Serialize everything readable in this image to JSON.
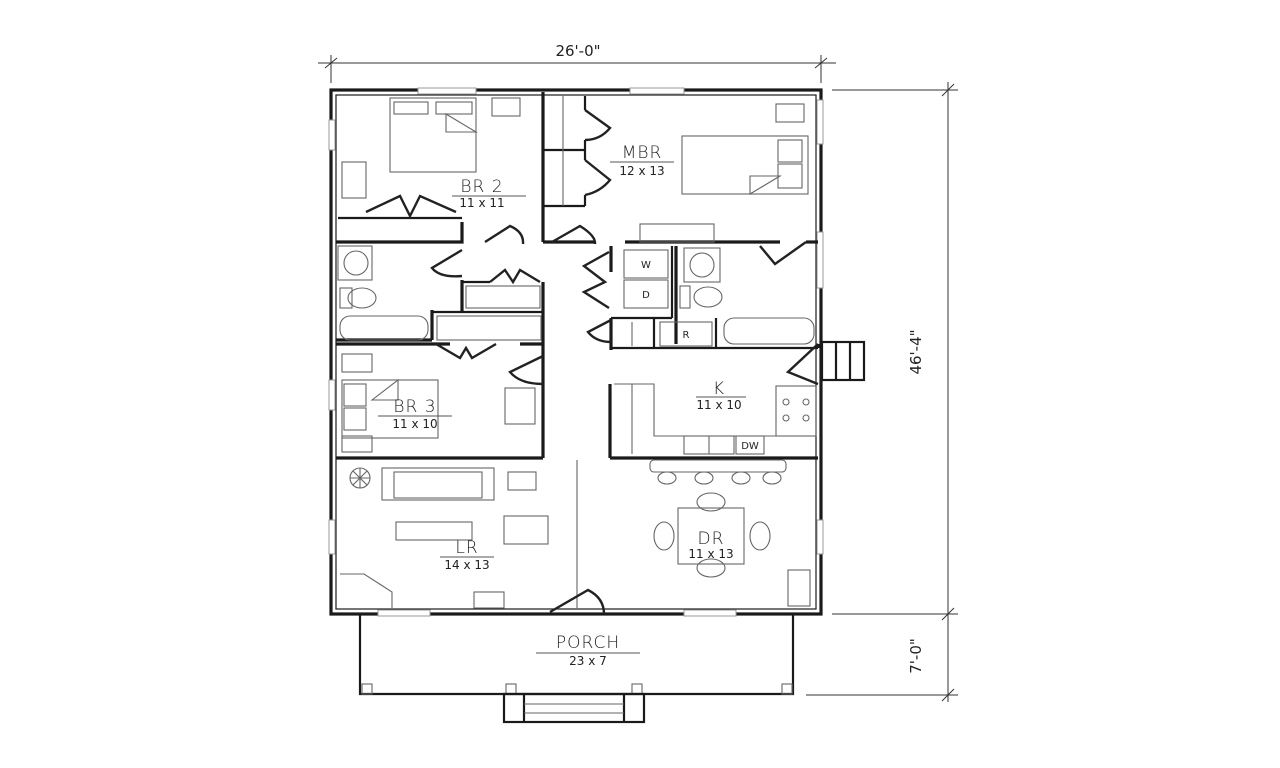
{
  "plan": {
    "overall_width": "26'-0\"",
    "overall_depth": "46'-4\"",
    "porch_depth": "7'-0\""
  },
  "rooms": {
    "br2": {
      "name": "BR 2",
      "size": "11 x 11"
    },
    "mbr": {
      "name": "MBR",
      "size": "12 x 13"
    },
    "br3": {
      "name": "BR 3",
      "size": "11 x 10"
    },
    "kitchen": {
      "name": "K",
      "size": "11 x 10"
    },
    "lr": {
      "name": "LR",
      "size": "14 x 13"
    },
    "dr": {
      "name": "DR",
      "size": "11 x 13"
    },
    "porch": {
      "name": "PORCH",
      "size": "23 x 7"
    }
  },
  "appliances": {
    "washer": "W",
    "dryer": "D",
    "refrigerator": "R",
    "dishwasher": "DW"
  }
}
